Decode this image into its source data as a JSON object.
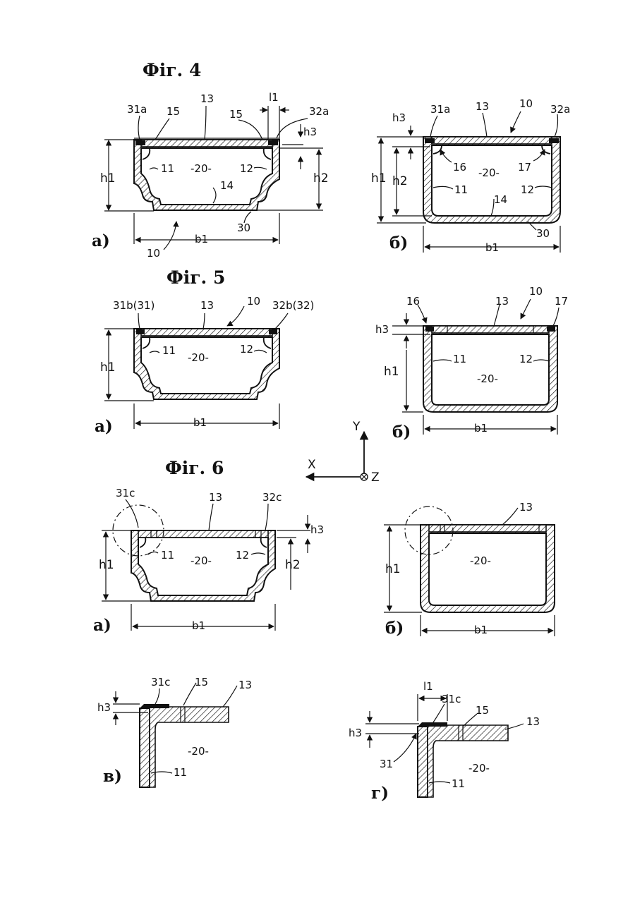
{
  "figures": {
    "fig4": {
      "title": "Фіг. 4",
      "a": {
        "sublabel": "а)",
        "labels": {
          "n31a": "31a",
          "n15a": "15",
          "n13": "13",
          "n15b": "15",
          "l1": "l1",
          "n32a": "32a",
          "h3": "h3",
          "h1": "h1",
          "h2": "h2",
          "n11": "11",
          "n20": "-20-",
          "n12": "12",
          "n14": "14",
          "n30": "30",
          "b1": "b1",
          "n10": "10"
        }
      },
      "b": {
        "sublabel": "б)",
        "labels": {
          "h3": "h3",
          "n31a": "31a",
          "n13": "13",
          "n10": "10",
          "n32a": "32a",
          "h1": "h1",
          "h2": "h2",
          "n16": "16",
          "n20": "-20-",
          "n17": "17",
          "n11": "11",
          "n12": "12",
          "n14": "14",
          "n30": "30",
          "b1": "b1"
        }
      }
    },
    "fig5": {
      "title": "Фіг. 5",
      "a": {
        "sublabel": "а)",
        "labels": {
          "n31b": "31b(31)",
          "n13": "13",
          "n10": "10",
          "n32b": "32b(32)",
          "h1": "h1",
          "n11": "11",
          "n20": "-20-",
          "n12": "12",
          "b1": "b1"
        }
      },
      "b": {
        "sublabel": "б)",
        "labels": {
          "n16": "16",
          "n13": "13",
          "n10": "10",
          "n17": "17",
          "h3": "h3",
          "n11": "11",
          "n12": "12",
          "h1": "h1",
          "n20": "-20-",
          "b1": "b1"
        }
      }
    },
    "axes": {
      "y": "Y",
      "x": "X",
      "z": "Z"
    },
    "fig6": {
      "title": "Фіг. 6",
      "a": {
        "sublabel": "а)",
        "labels": {
          "n31c": "31c",
          "n13": "13",
          "n32c": "32c",
          "h3": "h3",
          "h1": "h1",
          "n11": "11",
          "n20": "-20-",
          "n12": "12",
          "h2": "h2",
          "b1": "b1"
        }
      },
      "b": {
        "sublabel": "б)",
        "labels": {
          "n13": "13",
          "h1": "h1",
          "n20": "-20-",
          "b1": "b1"
        }
      },
      "c": {
        "sublabel": "в)",
        "labels": {
          "h3": "h3",
          "n31c": "31c",
          "n15": "15",
          "n13": "13",
          "n20": "-20-",
          "n11": "11"
        }
      },
      "d": {
        "sublabel": "г)",
        "labels": {
          "l1": "l1",
          "n31c": "31c",
          "n15": "15",
          "n13": "13",
          "h3": "h3",
          "n31": "31",
          "n20": "-20-",
          "n11": "11"
        }
      }
    }
  },
  "colors": {
    "ink": "#111111",
    "paper": "#ffffff"
  }
}
